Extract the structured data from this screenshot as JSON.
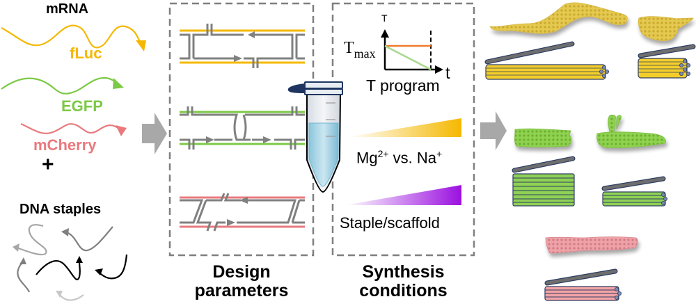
{
  "inputs": {
    "mrna_title": "mRNA",
    "mrnas": [
      {
        "name": "fLuc",
        "color": "#F5B800"
      },
      {
        "name": "EGFP",
        "color": "#7CC944"
      },
      {
        "name": "mCherry",
        "color": "#E97A7E"
      }
    ],
    "plus": "+",
    "staples_title": "DNA staples"
  },
  "design": {
    "caption_line1": "Design",
    "caption_line2": "parameters",
    "patterns": [
      {
        "name": "fLuc-design",
        "color": "#F5B800"
      },
      {
        "name": "EGFP-design",
        "color": "#7CC944"
      },
      {
        "name": "mCherry-design",
        "color": "#E97A7E"
      }
    ],
    "staple_color": "#808080"
  },
  "synthesis": {
    "caption_line1": "Synthesis",
    "caption_line2": "conditions",
    "t_program": {
      "y_axis": "T",
      "x_axis": "t",
      "tmax_main": "T",
      "tmax_sub": "max",
      "label": "T program",
      "constant_color": "#F07B2C",
      "ramp_color": "#A8D890"
    },
    "mg_gradient": {
      "label_prefix": "Mg",
      "sup1": "2+",
      "mid": " vs. Na",
      "sup2": "+",
      "color": "#F5B800"
    },
    "staple_gradient": {
      "label": "Staple/scaffold",
      "color": "#9B10E0"
    }
  },
  "outputs": {
    "rows": [
      {
        "name": "fLuc-structures",
        "color": "#F3CE2B",
        "helix_color": "#E5C84F"
      },
      {
        "name": "EGFP-structures",
        "color": "#8FD155",
        "helix_color": "#8ED24F"
      },
      {
        "name": "mCherry-structures",
        "color": "#F2A3A6",
        "helix_color": "#E8919A"
      }
    ],
    "lid_color": "#6E6E6E",
    "outline_color": "#2E3E63"
  },
  "arrows": {
    "color": "#A8A8A8"
  }
}
